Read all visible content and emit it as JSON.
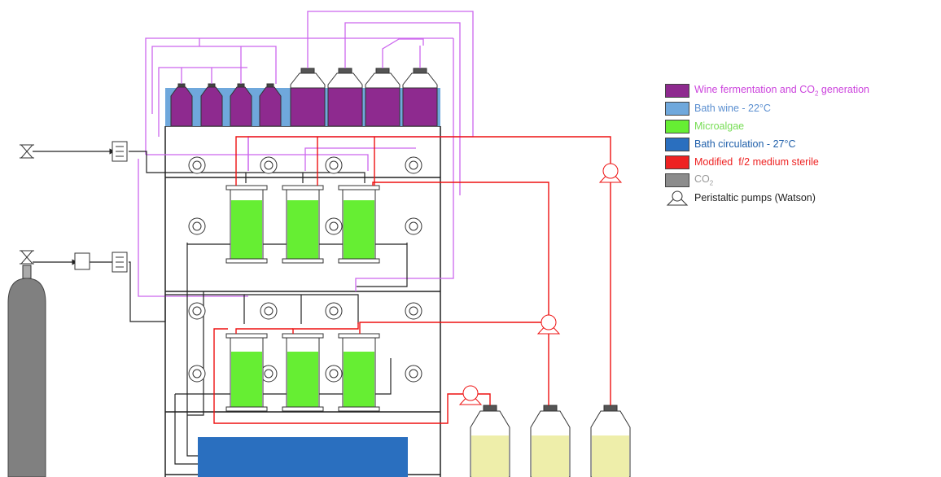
{
  "legend": {
    "items": [
      {
        "text": "Wine fermentation and CO",
        "sub": "2",
        "after": " generation",
        "swatch": "#8e2a8f",
        "text_color": "#cc44dd"
      },
      {
        "text": "Bath wine - 22°C",
        "swatch": "#6fa8dc",
        "text_color": "#5b8fd0"
      },
      {
        "text": "Microalgae",
        "swatch": "#66ee33",
        "text_color": "#77dd55"
      },
      {
        "text": "Bath circulation - 27°C",
        "swatch": "#2a6fbf",
        "text_color": "#1f5faa"
      },
      {
        "text": "Modified  f/2 medium sterile",
        "swatch": "#ee2222",
        "text_color": "#ee2222"
      },
      {
        "text": "CO",
        "sub": "2",
        "swatch": "#8c8c8c",
        "text_color": "#999999"
      }
    ],
    "pump_label": "Peristaltic pumps (Watson)"
  },
  "colors": {
    "co2_line": "#222222",
    "fermentation_line": "#cc66ee",
    "medium_line": "#ee1111",
    "microalgae": "#66ee33",
    "wine_bath": "#6fa8dc",
    "fermentation": "#8e2a8f",
    "circulation_bath": "#2a6fbf",
    "medium_bottle": "#eeeeaa",
    "cylinder": "#808080"
  }
}
